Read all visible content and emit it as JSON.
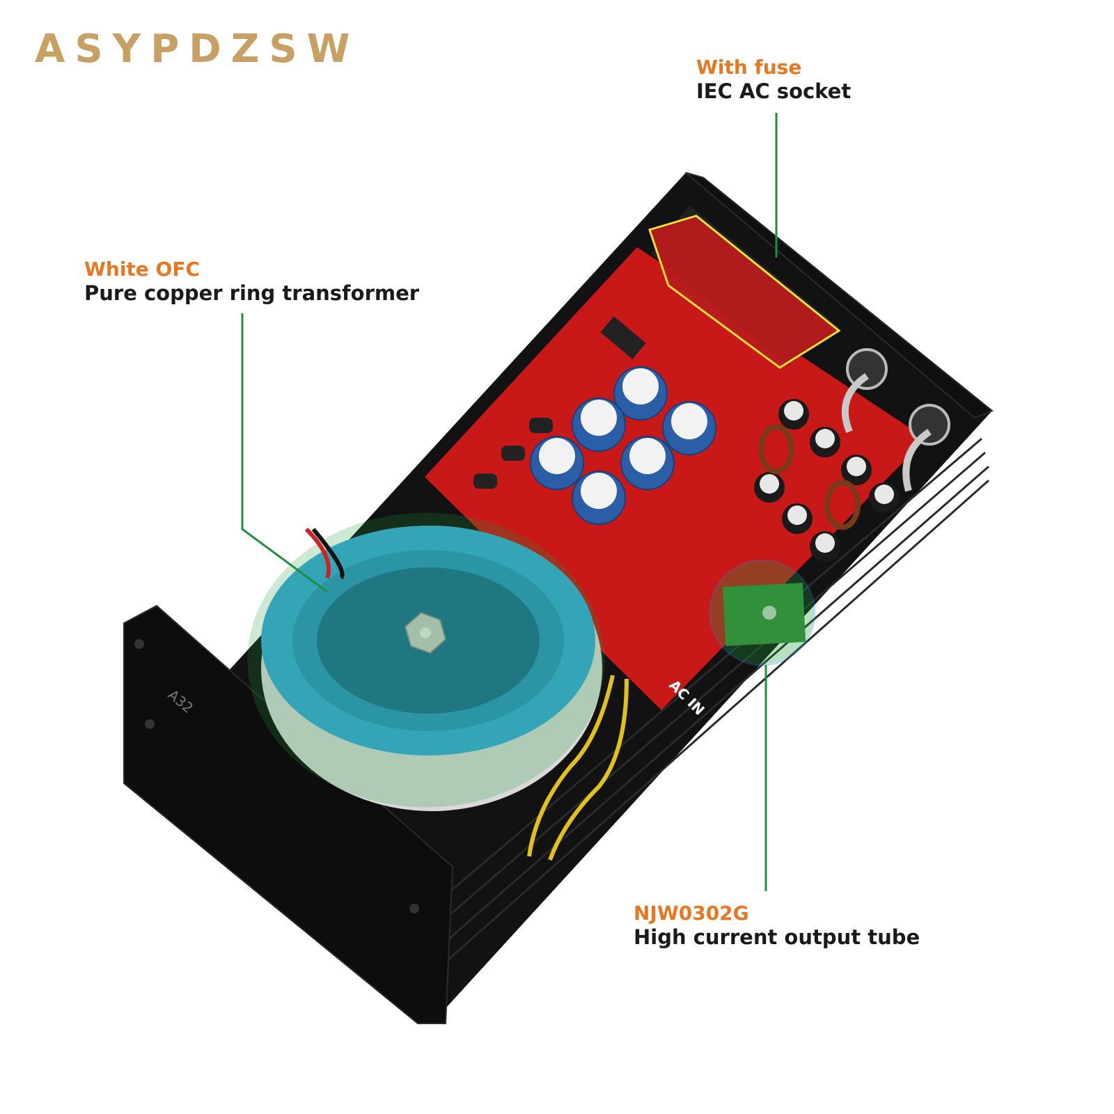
{
  "brand": {
    "name": "ASYPDZSW"
  },
  "callouts": {
    "iec_socket": {
      "accent": "With fuse",
      "text": "IEC AC socket"
    },
    "transformer": {
      "accent": "White OFC",
      "text": "Pure copper ring transformer"
    },
    "output_tube": {
      "accent": "NJW0302G",
      "text": "High current output tube"
    }
  },
  "colors": {
    "brand": "#c8a064",
    "accent_text": "#e87722",
    "leader_line": "#1f8f3f",
    "pcb": "#c81818",
    "transformer_tape": "#2aa6d8",
    "chassis": "#141414"
  },
  "board_labels": {
    "ac_in": "AC IN",
    "model": "A32"
  }
}
